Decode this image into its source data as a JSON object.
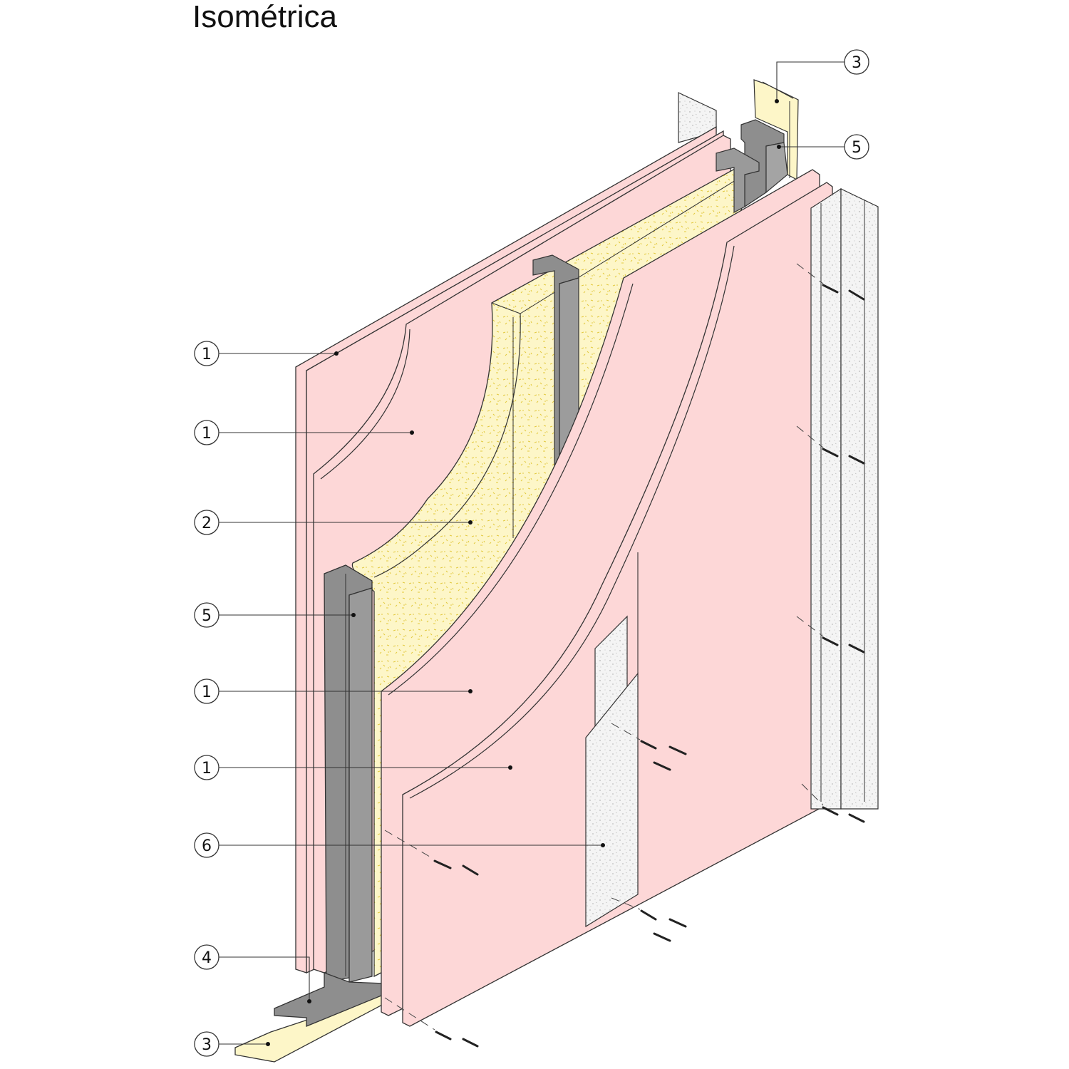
{
  "title": "Isométrica",
  "callouts": [
    {
      "id": "c3-top",
      "label": "3"
    },
    {
      "id": "c5-top",
      "label": "5"
    },
    {
      "id": "c1-a",
      "label": "1"
    },
    {
      "id": "c1-b",
      "label": "1"
    },
    {
      "id": "c2",
      "label": "2"
    },
    {
      "id": "c5-left",
      "label": "5"
    },
    {
      "id": "c1-c",
      "label": "1"
    },
    {
      "id": "c1-d",
      "label": "1"
    },
    {
      "id": "c6",
      "label": "6"
    },
    {
      "id": "c4",
      "label": "4"
    },
    {
      "id": "c3-bottom",
      "label": "3"
    }
  ],
  "colors": {
    "board": "#fdd7d7",
    "insulation": "#fdf6c8",
    "steel": "#8e8e8e",
    "concrete": "#f2f2f2",
    "line": "#333333"
  }
}
